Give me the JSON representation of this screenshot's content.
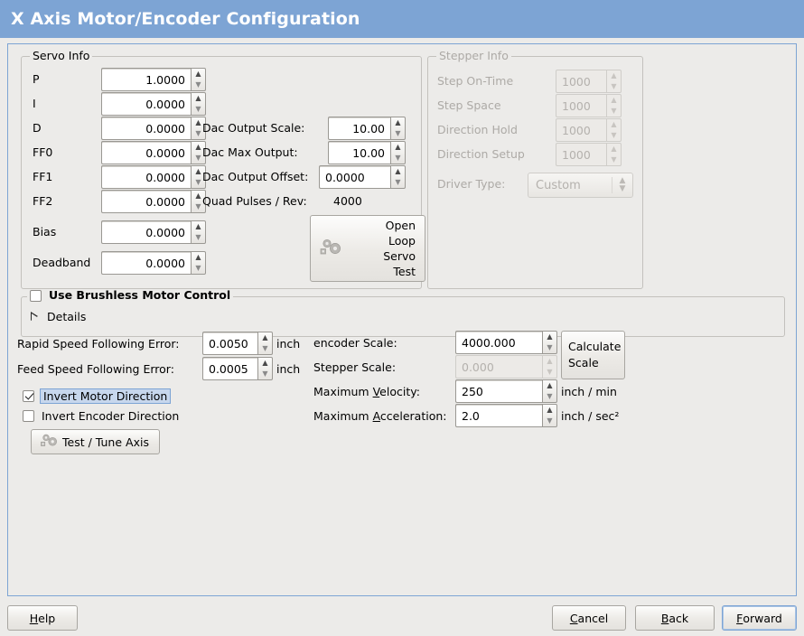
{
  "header": {
    "title": "X Axis Motor/Encoder Configuration"
  },
  "servo": {
    "group_title": "Servo Info",
    "rows": [
      {
        "label": "P",
        "value": "1.0000"
      },
      {
        "label": "I",
        "value": "0.0000"
      },
      {
        "label": "D",
        "value": "0.0000"
      },
      {
        "label": "FF0",
        "value": "0.0000"
      },
      {
        "label": "FF1",
        "value": "0.0000"
      },
      {
        "label": "FF2",
        "value": "0.0000"
      },
      {
        "label": "Bias",
        "value": "0.0000"
      },
      {
        "label": "Deadband",
        "value": "0.0000"
      }
    ],
    "dac": [
      {
        "label": "Dac Output Scale:",
        "value": "10.00"
      },
      {
        "label": "Dac Max Output:",
        "value": "10.00"
      },
      {
        "label": "Dac Output Offset:",
        "value": "0.0000"
      }
    ],
    "quad_label": "Quad Pulses / Rev:",
    "quad_value": "4000",
    "open_loop_button": "Open\nLoop\nServo\nTest",
    "open_loop_lines": [
      "Open",
      "Loop",
      "Servo",
      "Test"
    ]
  },
  "stepper": {
    "group_title": "Stepper Info",
    "enabled": false,
    "rows": [
      {
        "label": "Step On-Time",
        "value": "1000"
      },
      {
        "label": "Step Space",
        "value": "1000"
      },
      {
        "label": "Direction Hold",
        "value": "1000"
      },
      {
        "label": "Direction Setup",
        "value": "1000"
      }
    ],
    "driver_type_label": "Driver Type:",
    "driver_type_value": "Custom"
  },
  "brushless": {
    "checkbox_label": "Use Brushless Motor Control",
    "checked": false,
    "details_label": "Details",
    "details_expanded": false
  },
  "errors": {
    "rapid_label": "Rapid Speed Following Error:",
    "rapid_value": "0.0050",
    "rapid_unit": "inch",
    "feed_label": "Feed Speed Following Error:",
    "feed_value": "0.0005",
    "feed_unit": "inch"
  },
  "inverts": {
    "motor_label": "Invert Motor Direction",
    "motor_checked": true,
    "motor_focused": true,
    "encoder_label": "Invert Encoder Direction",
    "encoder_checked": false
  },
  "test_tune_button": "Test / Tune Axis",
  "scales": {
    "encoder_label": "encoder Scale:",
    "encoder_value": "4000.000",
    "stepper_label": "Stepper Scale:",
    "stepper_value": "0.000",
    "stepper_enabled": false,
    "calculate_lines": [
      "Calculate",
      "Scale"
    ],
    "max_velocity_label_pre": "Maximum ",
    "max_velocity_label_mn": "V",
    "max_velocity_label_post": "elocity:",
    "max_velocity_value": "250",
    "max_velocity_unit": "inch / min",
    "max_accel_label_pre": "Maximum ",
    "max_accel_label_mn": "A",
    "max_accel_label_post": "cceleration:",
    "max_accel_value": "2.0",
    "max_accel_unit": "inch / sec²"
  },
  "footer": {
    "help_pre": "",
    "help_mn": "H",
    "help_post": "elp",
    "cancel_pre": "",
    "cancel_mn": "C",
    "cancel_post": "ancel",
    "back_pre": "",
    "back_mn": "B",
    "back_post": "ack",
    "forward_pre": "",
    "forward_mn": "F",
    "forward_post": "orward",
    "forward_focused": true
  },
  "colors": {
    "header_blue": "#7da4d4",
    "background": "#ecebe9",
    "selection": "#c7d7ed"
  }
}
